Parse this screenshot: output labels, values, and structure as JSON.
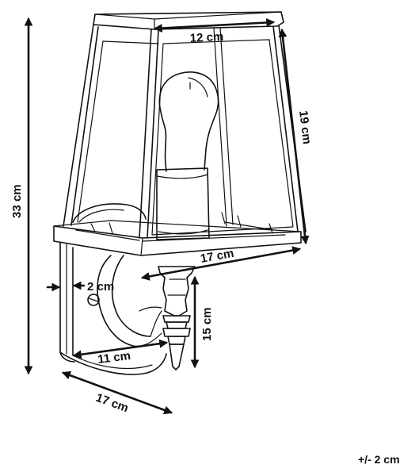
{
  "dimensions": {
    "top_width": "12 cm",
    "glass_height": "19 cm",
    "total_height": "33 cm",
    "base_width": "17 cm",
    "bracket_depth": "2 cm",
    "finial_height": "15 cm",
    "arm_length": "11 cm",
    "bottom_depth": "17 cm"
  },
  "tolerance": "+/- 2 cm",
  "colors": {
    "line": "#111111",
    "background": "#ffffff"
  }
}
